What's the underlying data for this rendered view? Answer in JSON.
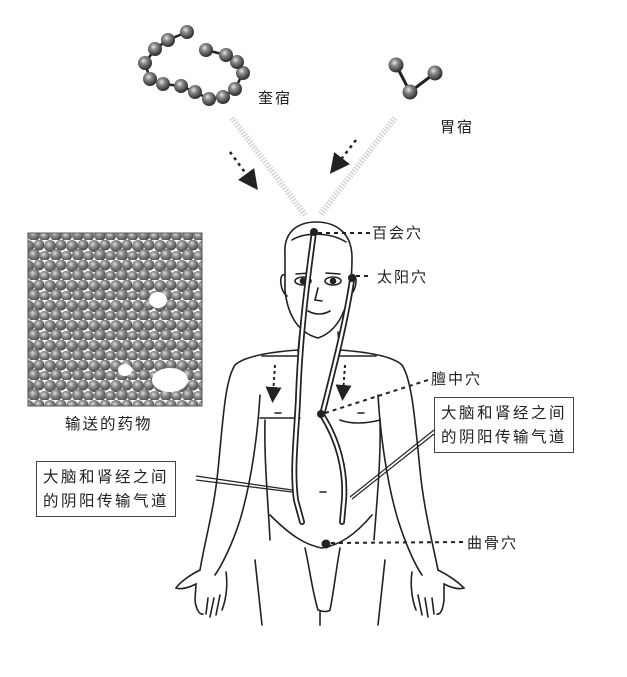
{
  "labels": {
    "kui_constellation": "奎宿",
    "wei_constellation": "胃宿",
    "baihui_point": "百会穴",
    "taiyang_point": "太阳穴",
    "danzhong_point": "膻中穴",
    "qugu_point": "曲骨穴",
    "drug_caption": "输送的药物"
  },
  "callouts": {
    "right": {
      "line1": "大脑和肾经之间",
      "line2": "的阴阳传输气道"
    },
    "left": {
      "line1": "大脑和肾经之间",
      "line2": "的阴阳传输气道"
    }
  },
  "colors": {
    "ink": "#222222",
    "sphere_dark": "#333333",
    "sphere_light": "#9a9a9a",
    "beam": "#cfcfcf",
    "background": "#ffffff"
  }
}
